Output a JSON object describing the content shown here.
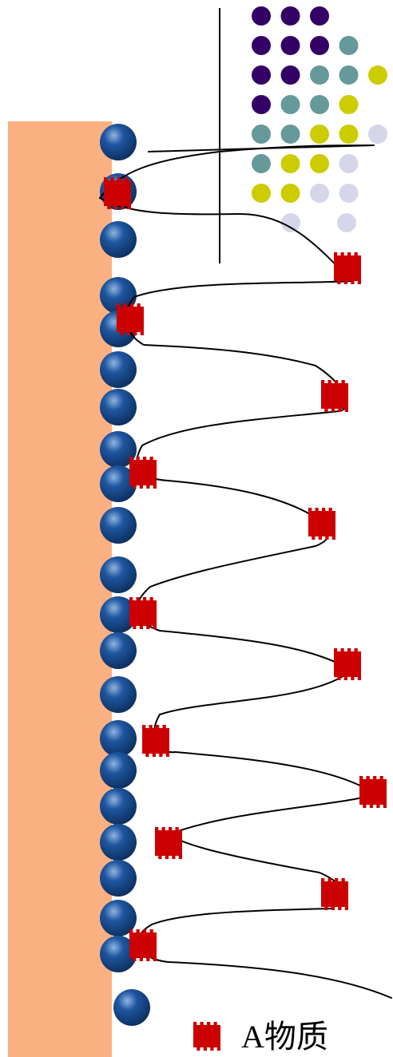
{
  "colors": {
    "background": "#ffffff",
    "cell_body": "#fbb082",
    "bead_dark": "#0b2b57",
    "bead_mid": "#1e56a0",
    "bead_light": "#8fb4e0",
    "marker": "#cc0000",
    "chain_line": "#000000",
    "dot_purple": "#330066",
    "dot_teal": "#669999",
    "dot_yellow": "#cccc00",
    "dot_lavender": "#d6d6ea"
  },
  "icons": {
    "bead": "sphere-icon",
    "marker": "notched-square-icon"
  },
  "dot_grid_rows": [
    [
      "purple",
      "purple",
      "purple"
    ],
    [
      "purple",
      "purple",
      "purple",
      "teal"
    ],
    [
      "purple",
      "purple",
      "teal",
      "teal",
      "yellow"
    ],
    [
      "purple",
      "teal",
      "teal",
      "yellow"
    ],
    [
      "teal",
      "teal",
      "yellow",
      "yellow",
      "lavender"
    ],
    [
      "teal",
      "yellow",
      "yellow",
      "lavender"
    ],
    [
      "yellow",
      "yellow",
      "lavender",
      "lavender"
    ],
    [
      "lavender",
      "lavender"
    ]
  ],
  "legend": {
    "label": "A物质",
    "icon": "notched-square-icon"
  }
}
